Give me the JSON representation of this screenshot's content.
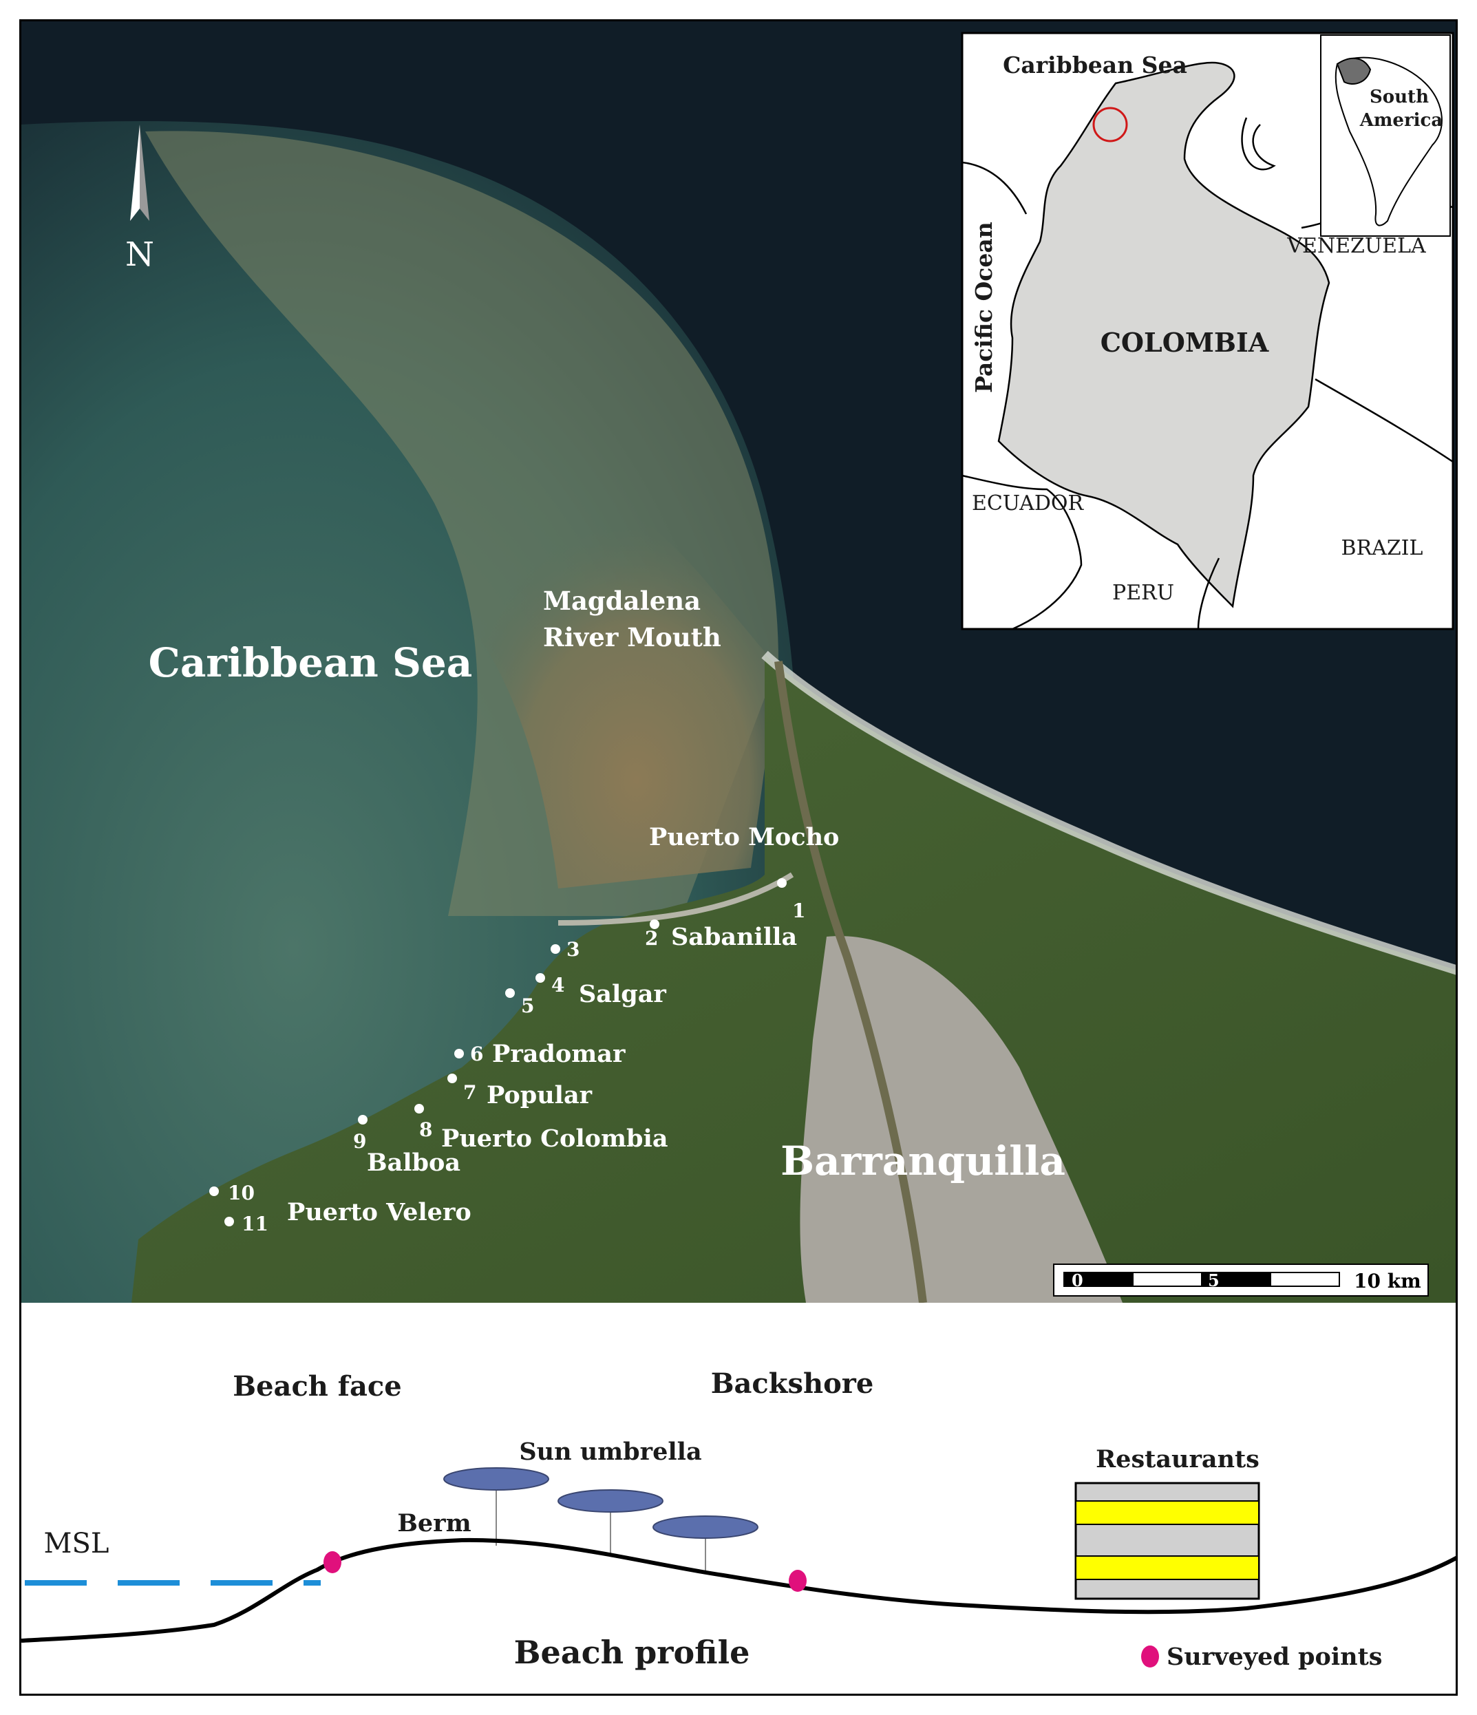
{
  "map": {
    "north_label": "N",
    "sea_label": "Caribbean Sea",
    "river_mouth_line1": "Magdalena",
    "river_mouth_line2": "River Mouth",
    "city_label": "Barranquilla",
    "sites": [
      {
        "num": "1",
        "name": "Puerto Mocho"
      },
      {
        "num": "2",
        "name": "Sabanilla"
      },
      {
        "num": "3",
        "name": ""
      },
      {
        "num": "4",
        "name": "Salgar"
      },
      {
        "num": "5",
        "name": ""
      },
      {
        "num": "6",
        "name": "Pradomar"
      },
      {
        "num": "7",
        "name": "Popular"
      },
      {
        "num": "8",
        "name": "Puerto Colombia"
      },
      {
        "num": "9",
        "name": "Balboa"
      },
      {
        "num": "10",
        "name": ""
      },
      {
        "num": "11",
        "name": "Puerto Velero"
      }
    ],
    "scale_bar": {
      "tick0": "0",
      "tick5": "5",
      "end_label": "10 km"
    },
    "colors": {
      "deep_sea": "#0f1b24",
      "sediment_plume": "#8a7a55",
      "green_sea": "#3d6658",
      "land_green": "#3f5a2c",
      "city_gray": "#a6a39c",
      "surveyed_point": "#e0107c"
    }
  },
  "inset": {
    "sea_label": "Caribbean Sea",
    "ocean_label": "Pacific Ocean",
    "country_label": "COLOMBIA",
    "neighbors": [
      "VENEZUELA",
      "ECUADOR",
      "PERU",
      "BRAZIL"
    ],
    "continent_line1": "South",
    "continent_line2": "America"
  },
  "profile": {
    "beach_face": "Beach face",
    "backshore": "Backshore",
    "sun_umbrella": "Sun umbrella",
    "restaurants": "Restaurants",
    "berm": "Berm",
    "msl": "MSL",
    "title": "Beach profile",
    "legend": "Surveyed points"
  }
}
